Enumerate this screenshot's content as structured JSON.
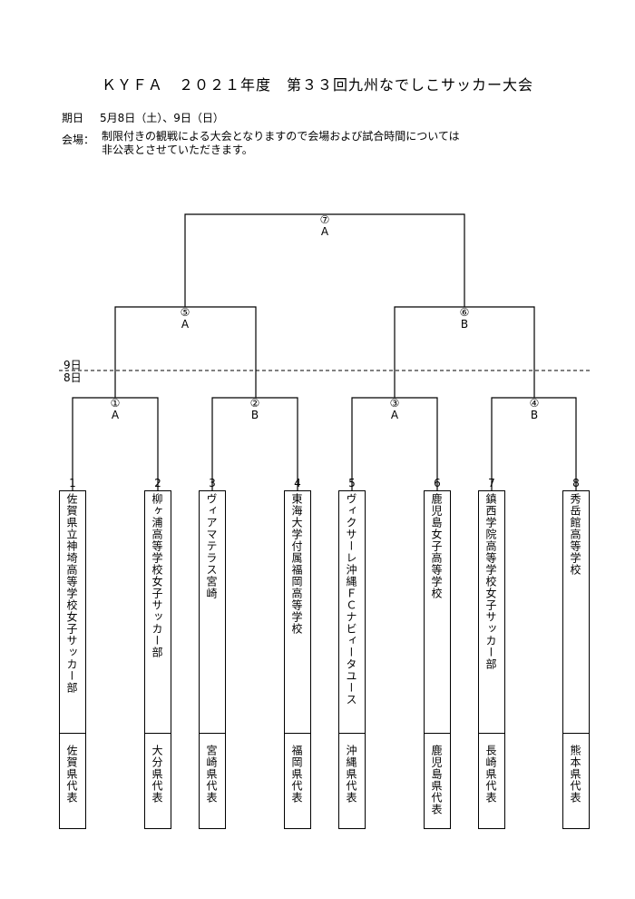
{
  "title": "ＫＹＦＡ　２０２１年度　第３３回九州なでしこサッカー大会",
  "info": {
    "dates_label": "期日",
    "dates_value": "5月8日（土）、9日（日）",
    "venue_label": "会場：",
    "venue_line1": "制限付きの観戦による大会となりますので会場および試合時間については",
    "venue_line2": "非公表とさせていただきます。"
  },
  "day_markers": {
    "day9": "9日",
    "day8": "8日"
  },
  "matches": [
    {
      "num": "①",
      "court": "A"
    },
    {
      "num": "②",
      "court": "B"
    },
    {
      "num": "③",
      "court": "A"
    },
    {
      "num": "④",
      "court": "B"
    },
    {
      "num": "⑤",
      "court": "A"
    },
    {
      "num": "⑥",
      "court": "B"
    },
    {
      "num": "⑦",
      "court": "A"
    }
  ],
  "teams": [
    {
      "seed": "1",
      "name": "佐賀県立神埼高等学校女子サッカー部",
      "pref": "佐賀県代表"
    },
    {
      "seed": "2",
      "name": "柳ヶ浦高等学校女子サッカー部",
      "pref": "大分県代表"
    },
    {
      "seed": "3",
      "name": "ヴィアマテラス宮崎",
      "pref": "宮崎県代表"
    },
    {
      "seed": "4",
      "name": "東海大学付属福岡高等学校",
      "pref": "福岡県代表"
    },
    {
      "seed": "5",
      "name": "ヴィクサーレ沖縄ＦＣナビィータユース",
      "pref": "沖縄県代表"
    },
    {
      "seed": "6",
      "name": "鹿児島女子高等学校",
      "pref": "鹿児島県代表"
    },
    {
      "seed": "7",
      "name": "鎮西学院高等学校女子サッカー部",
      "pref": "長崎県代表"
    },
    {
      "seed": "8",
      "name": "秀岳館高等学校",
      "pref": "熊本県代表"
    }
  ]
}
